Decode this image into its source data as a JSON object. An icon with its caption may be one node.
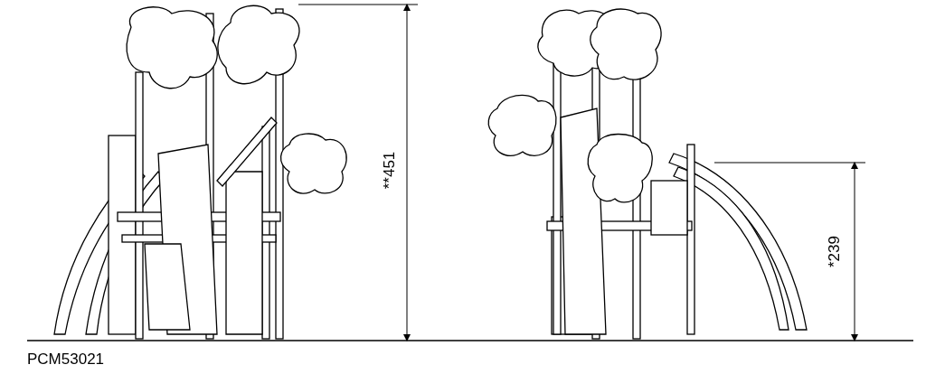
{
  "diagram": {
    "labels": [
      "**451",
      "*239",
      "PCM53021"
    ]
  }
}
